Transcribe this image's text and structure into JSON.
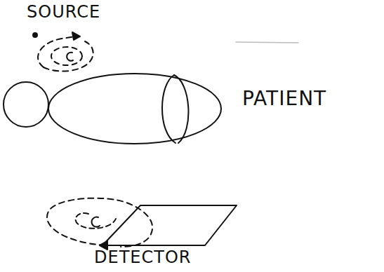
{
  "diagram": {
    "labels": [
      "SOURCE",
      "PATIENT",
      "DETECTOR"
    ]
  }
}
